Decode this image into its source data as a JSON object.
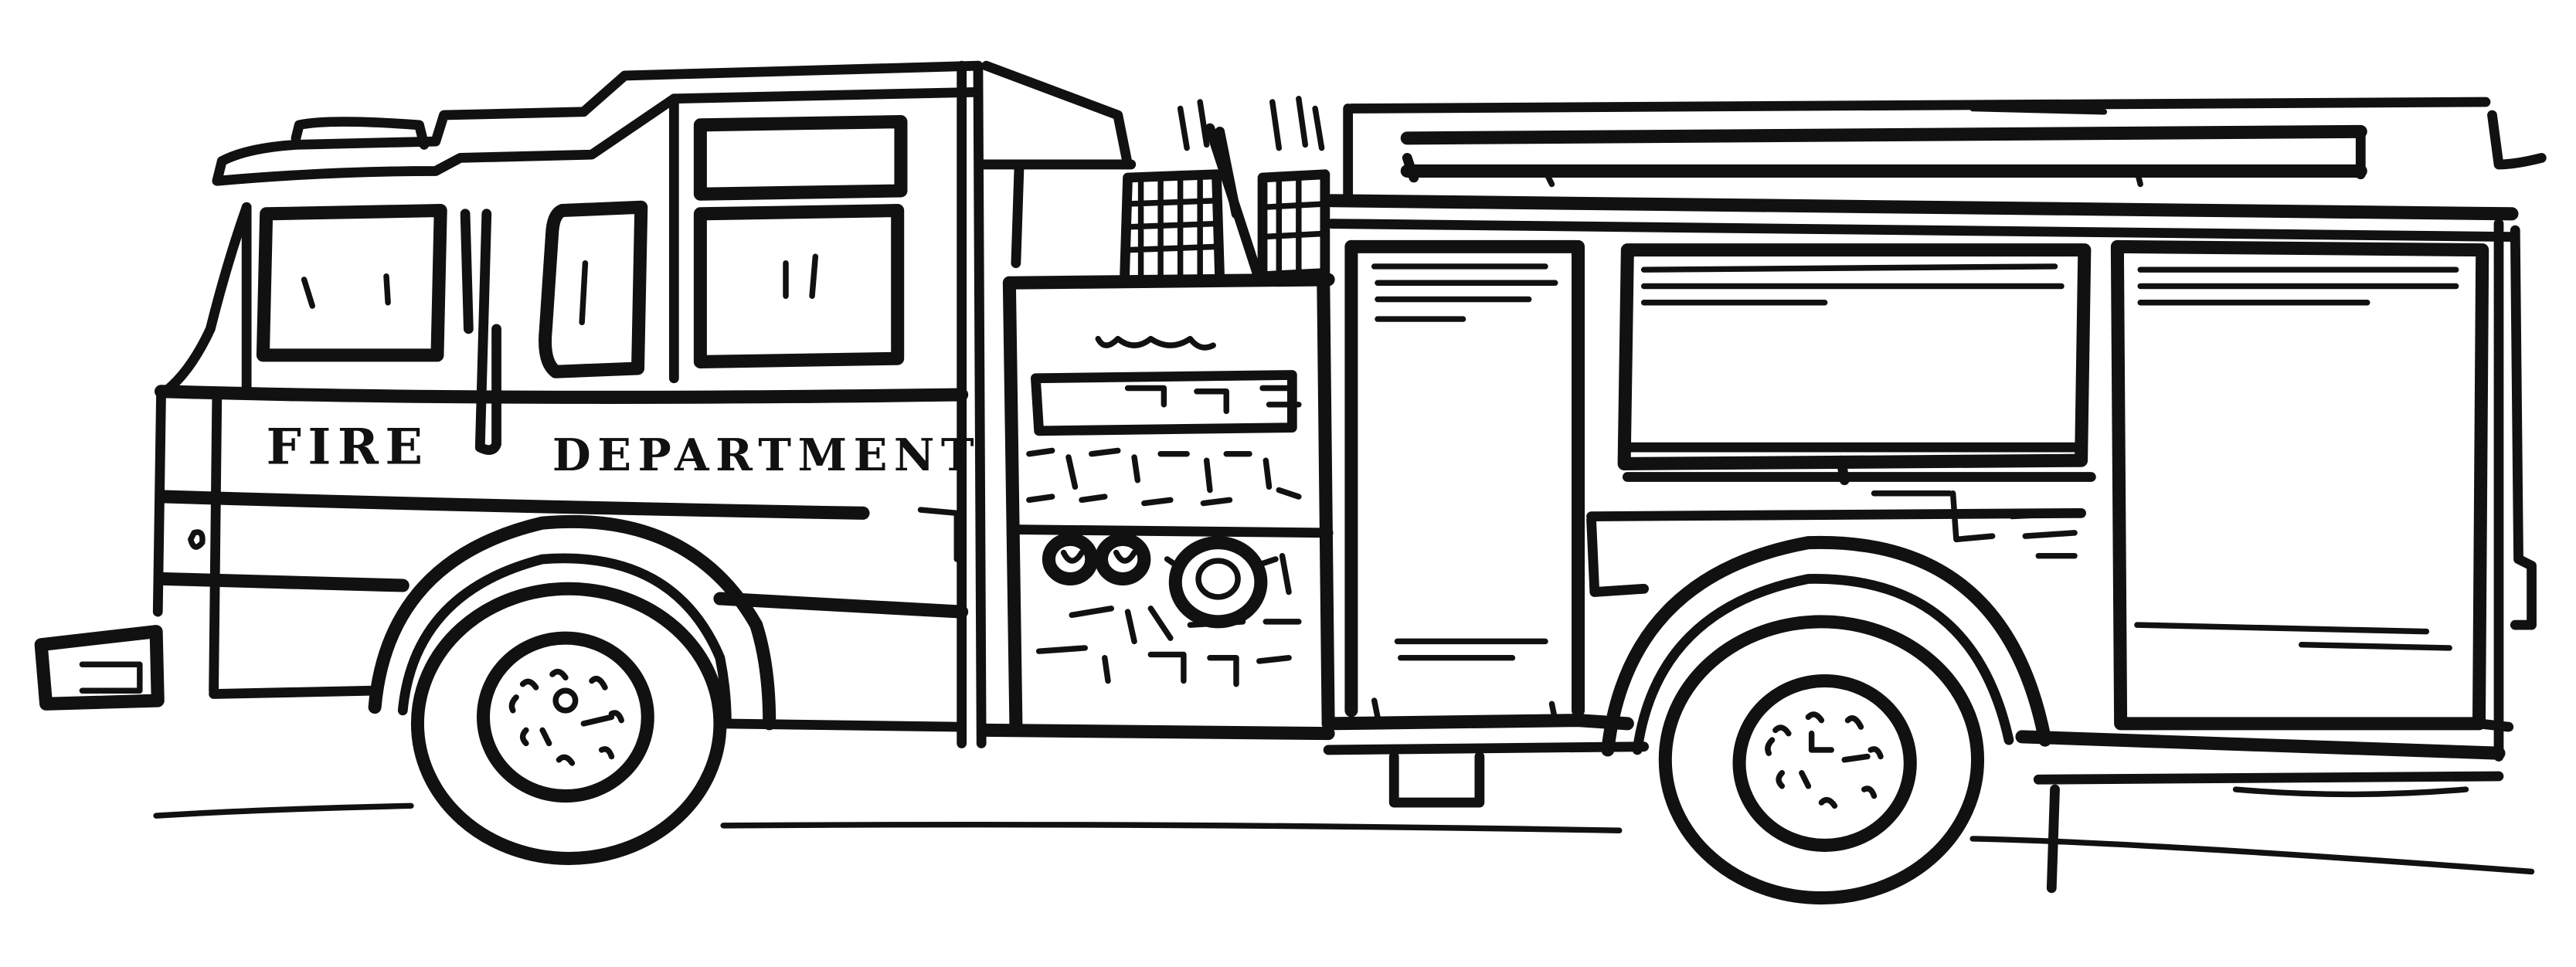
{
  "illustration": {
    "subject": "fire-truck-line-drawing",
    "style": "black ink line drawing on white",
    "colors": {
      "ink": "#111111",
      "paper": "#ffffff"
    },
    "lettering": {
      "word_1": "FIRE",
      "word_2": "DEPARTMENT"
    }
  }
}
